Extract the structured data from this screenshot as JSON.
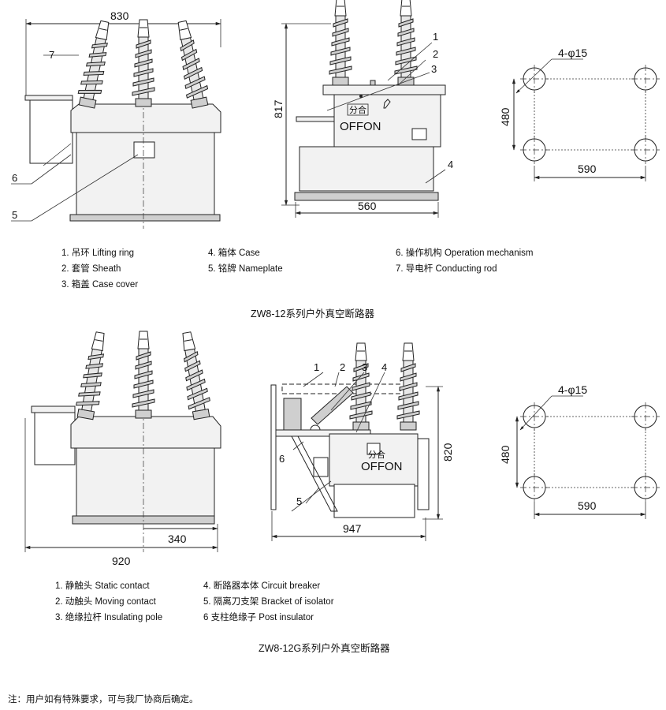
{
  "diagram1": {
    "dims": {
      "overall_width": "830",
      "height": "817",
      "depth": "560",
      "hole_spacing_x": "590",
      "hole_spacing_y": "480",
      "holes": "4-φ15"
    },
    "callouts": [
      "1",
      "2",
      "3",
      "4",
      "5",
      "6",
      "7"
    ],
    "panel_labels": {
      "switch": "分合",
      "status": "OFFON"
    },
    "legend": [
      "1. 吊环 Lifting ring",
      "2. 套管 Sheath",
      "3. 箱盖 Case cover",
      "4. 箱体 Case",
      "5. 铭牌 Nameplate",
      "6. 操作机构 Operation mechanism",
      "7. 导电杆 Conducting rod"
    ],
    "caption": "ZW8-12系列户外真空断路器"
  },
  "diagram2": {
    "dims": {
      "overall_width": "920",
      "offset": "340",
      "depth": "947",
      "height": "820",
      "hole_spacing_x": "590",
      "hole_spacing_y": "480",
      "holes": "4-φ15"
    },
    "callouts": [
      "1",
      "2",
      "3",
      "4",
      "5",
      "6"
    ],
    "panel_labels": {
      "switch": "分合",
      "status": "OFFON"
    },
    "legend": [
      "1. 静触头 Static contact",
      "2. 动触头 Moving contact",
      "3. 绝缘拉杆 Insulating pole",
      "4. 断路器本体 Circuit breaker",
      "5. 隔离刀支架 Bracket of isolator",
      "6 支柱绝缘子 Post insulator"
    ],
    "caption": "ZW8-12G系列户外真空断路器"
  },
  "note": "注：用户如有特殊要求，可与我厂协商后确定。"
}
